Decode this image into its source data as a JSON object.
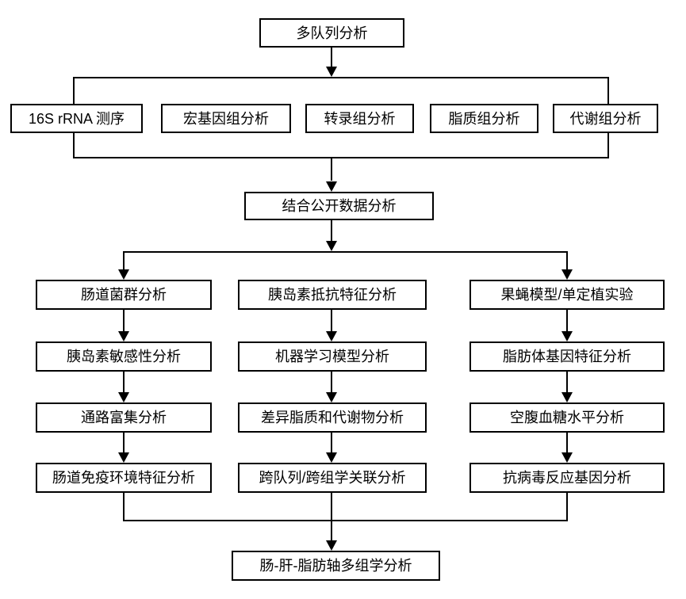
{
  "diagram": {
    "type": "flowchart",
    "background_color": "#ffffff",
    "line_color": "#000000",
    "box_fill_color": "#ffffff",
    "box_border_color": "#000000",
    "text_color": "#000000",
    "nodes": {
      "root": "多队列分析",
      "omics": [
        "16S rRNA 测序",
        "宏基因组分析",
        "转录组分析",
        "脂质组分析",
        "代谢组分析"
      ],
      "combine": "结合公开数据分析",
      "columns": [
        {
          "steps": [
            "肠道菌群分析",
            "胰岛素敏感性分析",
            "通路富集分析",
            "肠道免疫环境特征分析"
          ]
        },
        {
          "steps": [
            "胰岛素抵抗特征分析",
            "机器学习模型分析",
            "差异脂质和代谢物分析",
            "跨队列/跨组学关联分析"
          ]
        },
        {
          "steps": [
            "果蝇模型/单定植实验",
            "脂肪体基因特征分析",
            "空腹血糖水平分析",
            "抗病毒反应基因分析"
          ]
        }
      ],
      "final": "肠-肝-脂肪轴多组学分析"
    }
  }
}
